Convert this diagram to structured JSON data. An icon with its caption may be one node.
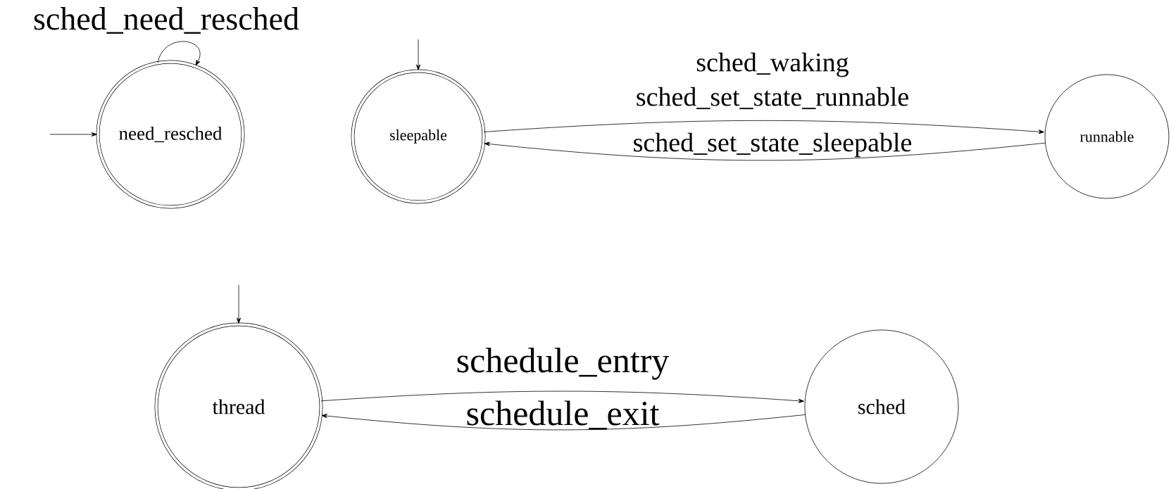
{
  "diagram": {
    "nodes": [
      {
        "text": [
          "need_resched"
        ]
      },
      {
        "text": [
          "sleepable"
        ]
      },
      {
        "text": [
          "runnable"
        ]
      },
      {
        "text": [
          "thread"
        ]
      },
      {
        "text": [
          "sched"
        ]
      }
    ],
    "edges": [
      {
        "from": null,
        "to": 0,
        "arrow": "to"
      },
      {
        "from": 0,
        "to": 0,
        "arrow": "to",
        "label": "sched_need_resched"
      },
      {
        "from": null,
        "to": 1,
        "arrow": "to"
      },
      {
        "from": 1,
        "to": 2,
        "arrow": "to",
        "label": "sched_waking sched_set_state_runnable"
      },
      {
        "from": 2,
        "to": 1,
        "arrow": "to",
        "label": "sched_set_state_sleepable"
      },
      {
        "from": null,
        "to": 3,
        "arrow": "to"
      },
      {
        "from": 3,
        "to": 4,
        "arrow": "to",
        "label": "schedule_entry"
      },
      {
        "from": 4,
        "to": 3,
        "arrow": "to",
        "label": "schedule_exit"
      }
    ]
  }
}
